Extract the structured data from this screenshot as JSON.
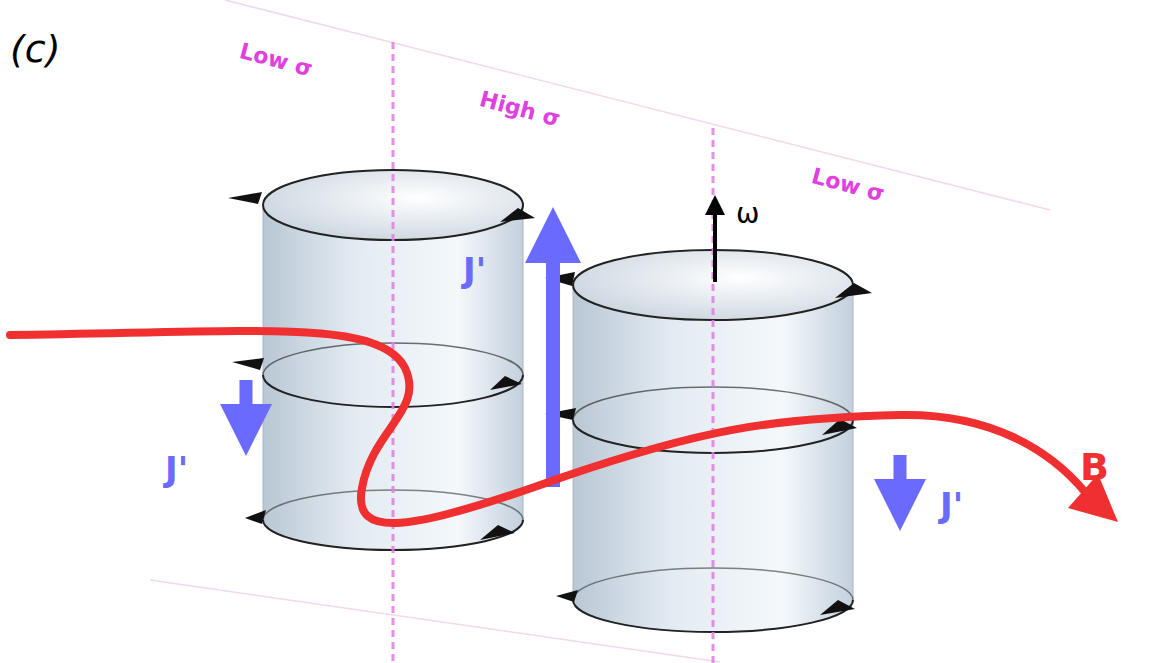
{
  "diagram": {
    "labels": [
      "(c)",
      "Low σ",
      "High σ",
      "Low σ",
      "ω",
      "J'",
      "J'",
      "J'",
      "B"
    ]
  }
}
